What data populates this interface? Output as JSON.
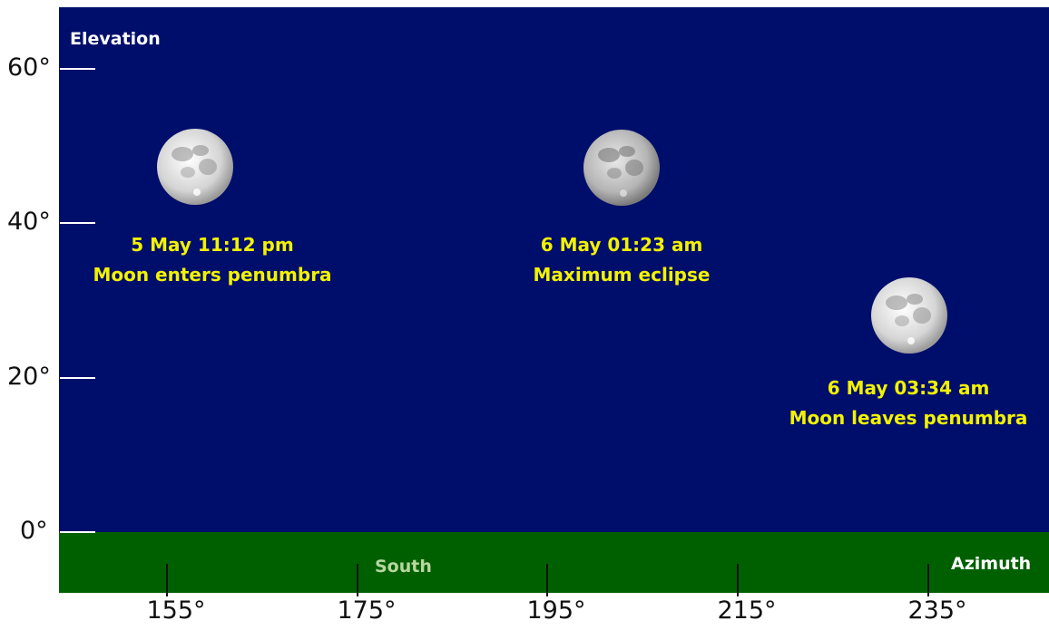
{
  "axes": {
    "y_title": "Elevation",
    "x_title": "Azimuth",
    "direction_label": "South",
    "y_ticks": [
      "60°",
      "40°",
      "20°",
      "0°"
    ],
    "x_ticks": [
      "155°",
      "175°",
      "195°",
      "215°",
      "235°"
    ]
  },
  "moons": [
    {
      "time": "5 May 11:12 pm",
      "event": "Moon enters penumbra"
    },
    {
      "time": "6 May 01:23 am",
      "event": "Maximum eclipse"
    },
    {
      "time": "6 May 03:34 am",
      "event": "Moon leaves penumbra"
    }
  ],
  "colors": {
    "sky": "#000e6b",
    "ground": "#006000",
    "caption": "#f2f200"
  }
}
